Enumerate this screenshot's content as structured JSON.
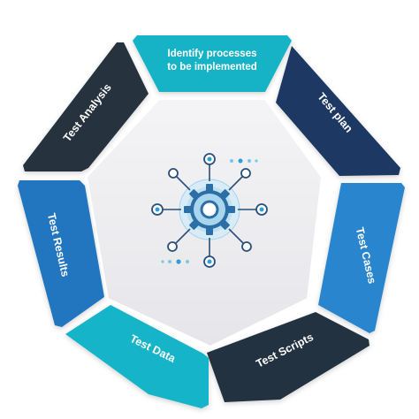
{
  "diagram": {
    "stages": [
      {
        "label_line1": "Identify processes",
        "label_line2": "to be implemented",
        "color": "#16b3c6"
      },
      {
        "label": "Test plan",
        "color": "#1f3763"
      },
      {
        "label": "Test Cases",
        "color": "#2a85cf"
      },
      {
        "label": "Test Scripts",
        "color": "#24313f"
      },
      {
        "label": "Test Data",
        "color": "#18b4c8"
      },
      {
        "label": "Test Results",
        "color": "#2176c0"
      },
      {
        "label": "Test Analysis",
        "color": "#26303d"
      }
    ],
    "center_icon": "gear-network-icon",
    "center_fill": "#ececef"
  }
}
